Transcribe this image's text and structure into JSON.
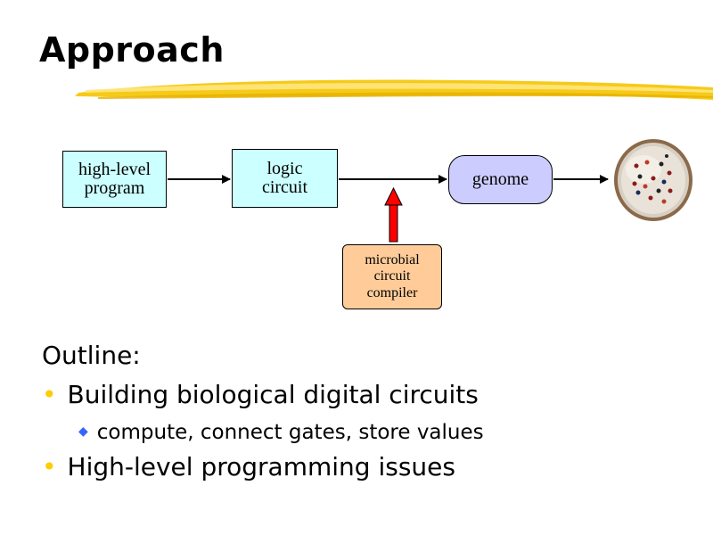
{
  "slide": {
    "title": "Approach"
  },
  "diagram": {
    "nodes": {
      "high_level_program": [
        "high-level",
        "program"
      ],
      "logic_circuit": [
        "logic",
        "circuit"
      ],
      "genome": "genome",
      "compiler": [
        "microbial",
        "circuit",
        "compiler"
      ]
    }
  },
  "outline": {
    "heading": "Outline:",
    "bullets": [
      "Building biological digital circuits",
      "High-level programming issues"
    ],
    "sub_bullets": [
      "compute, connect gates, store values"
    ]
  },
  "colors": {
    "title_underline": "#f5c400",
    "box_cyan": "#ccffff",
    "box_lavender": "#ccccff",
    "box_peach": "#ffcc99",
    "arrow_red": "#ff0000",
    "bullet_yellow": "#ffcc00",
    "sub_bullet_blue": "#3366ff"
  },
  "icons": {
    "petri_dish": "petri-dish-icon"
  }
}
